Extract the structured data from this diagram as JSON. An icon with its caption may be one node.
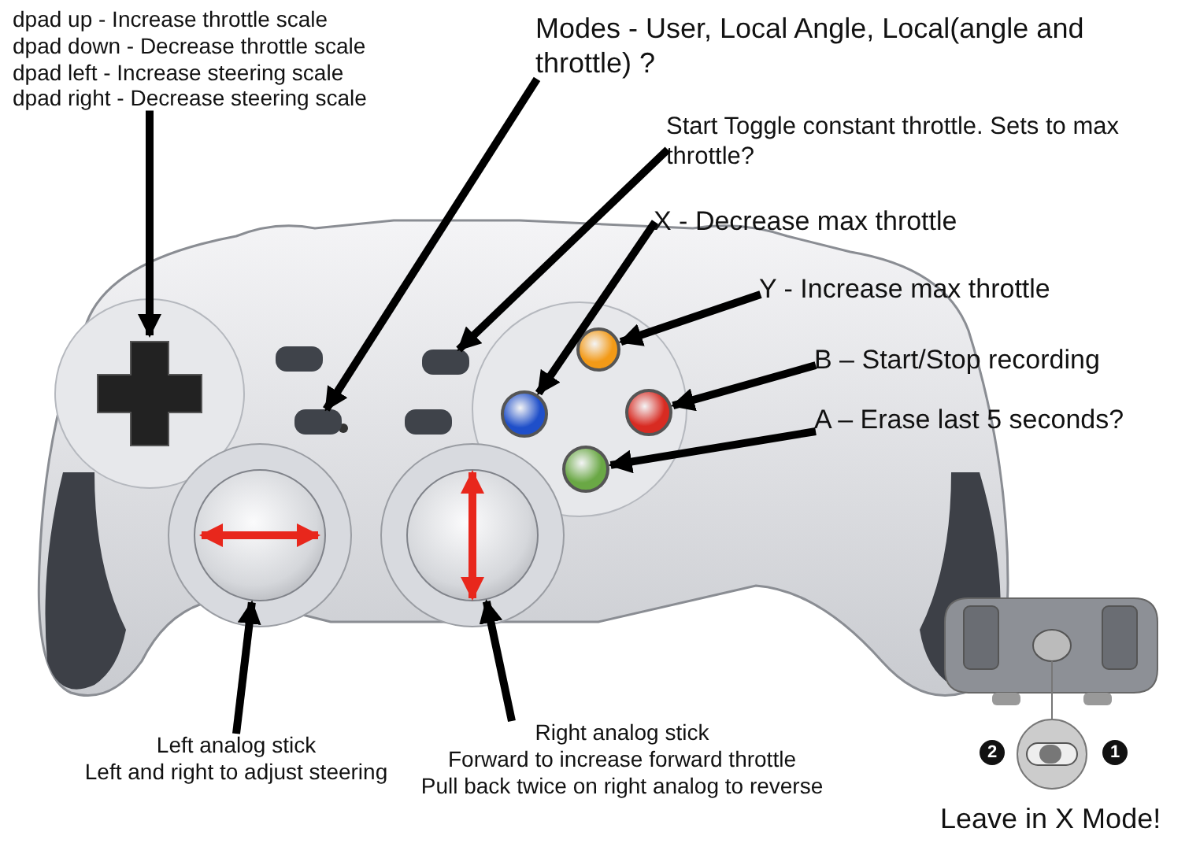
{
  "diagram": {
    "nodes": [
      {
        "text": [
          "dpad up - Increase throttle scale",
          "dpad down - Decrease throttle scale",
          "dpad left - Increase steering scale",
          "dpad right - Decrease steering scale"
        ]
      },
      {
        "text": [
          "Modes - User, Local Angle, Local(angle and throttle) ?"
        ]
      },
      {
        "text": [
          "Start Toggle constant throttle. Sets to max throttle?"
        ]
      },
      {
        "text": [
          "X - Decrease max throttle"
        ]
      },
      {
        "text": [
          "Y - Increase max throttle"
        ]
      },
      {
        "text": [
          "B – Start/Stop recording"
        ]
      },
      {
        "text": [
          "A – Erase last 5 seconds?"
        ]
      },
      {
        "text": [
          "Left analog stick",
          "Left and right to adjust steering"
        ]
      },
      {
        "text": [
          "Right analog stick",
          "Forward to increase forward throttle",
          "Pull back twice on right analog to reverse"
        ]
      },
      {
        "text": [],
        "shape": "picture"
      },
      {
        "text": [],
        "shape": "box"
      },
      {
        "text": [],
        "shape": "box"
      },
      {
        "text": [],
        "shape": "circle"
      },
      {
        "text": [],
        "shape": "circle"
      },
      {
        "text": [],
        "shape": "circle"
      },
      {
        "text": [],
        "shape": "circle"
      },
      {
        "text": [],
        "shape": "circle"
      },
      {
        "text": [],
        "shape": "circle"
      }
    ],
    "edges": [
      {
        "from": 0,
        "to": 9,
        "arrow": "to"
      },
      {
        "from": 1,
        "to": 10,
        "arrow": "to"
      },
      {
        "from": 2,
        "to": 11,
        "arrow": "to"
      },
      {
        "from": 3,
        "to": 12,
        "arrow": "to"
      },
      {
        "from": 4,
        "to": 13,
        "arrow": "to"
      },
      {
        "from": 5,
        "to": 14,
        "arrow": "to"
      },
      {
        "from": 6,
        "to": 15,
        "arrow": "to"
      },
      {
        "from": 7,
        "to": 16,
        "arrow": "to"
      },
      {
        "from": 8,
        "to": 17,
        "arrow": "to"
      }
    ],
    "labels": [
      "2",
      "1",
      "Leave in X Mode!"
    ]
  }
}
